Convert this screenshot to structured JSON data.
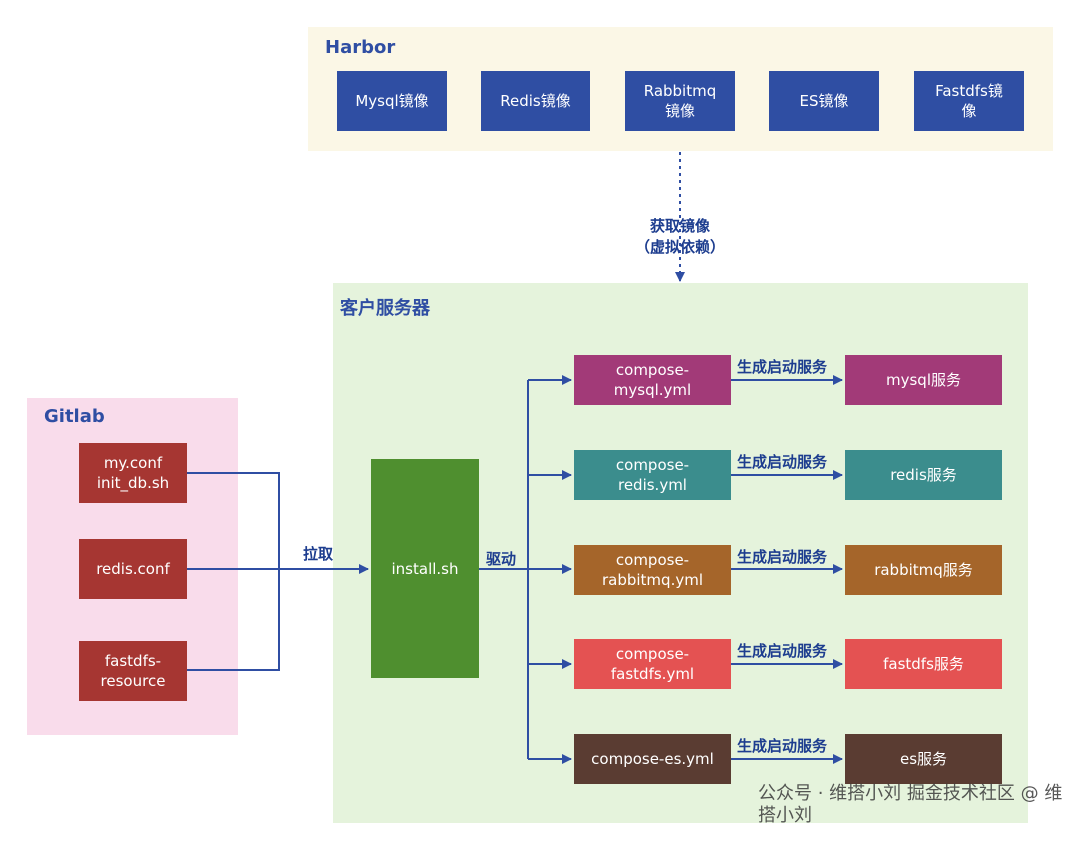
{
  "harbor": {
    "title": "Harbor",
    "images": [
      "Mysql镜像",
      "Redis镜像",
      "Rabbitmq\n镜像",
      "ES镜像",
      "Fastdfs镜\n像"
    ]
  },
  "fetch_label": "获取镜像\n（虚拟依赖）",
  "server": {
    "title": "客户服务器",
    "install": "install.sh",
    "drive_label": "驱动",
    "compose_files": [
      {
        "file": "compose-\nmysql.yml",
        "service": "mysql服务",
        "edge": "生成启动服务",
        "color": "#a23a78",
        "svc_color": "#a23a78"
      },
      {
        "file": "compose-\nredis.yml",
        "service": "redis服务",
        "edge": "生成启动服务",
        "color": "#3b8d8d",
        "svc_color": "#3b8d8d"
      },
      {
        "file": "compose-\nrabbitmq.yml",
        "service": "rabbitmq服务",
        "edge": "生成启动服务",
        "color": "#a5652a",
        "svc_color": "#a5652a"
      },
      {
        "file": "compose-\nfastdfs.yml",
        "service": "fastdfs服务",
        "edge": "生成启动服务",
        "color": "#e45252",
        "svc_color": "#e45252"
      },
      {
        "file": "compose-es.yml",
        "service": "es服务",
        "edge": "生成启动服务",
        "color": "#5a3c32",
        "svc_color": "#5a3c32"
      }
    ]
  },
  "gitlab": {
    "title": "Gitlab",
    "files": [
      "my.conf\ninit_db.sh",
      "redis.conf",
      "fastdfs-\nresource"
    ]
  },
  "pull_label": "拉取",
  "watermark": "公众号 · 维搭小刘  掘金技术社区 @ 维搭小刘",
  "colors": {
    "harbor_bg": "#fbf7e6",
    "server_bg": "#e5f3dc",
    "gitlab_bg": "#f9dceb",
    "harbor_box": "#2f4ea3",
    "gitlab_box": "#a63632",
    "install_box": "#4f8f2f",
    "arrow": "#2f4ea3"
  }
}
